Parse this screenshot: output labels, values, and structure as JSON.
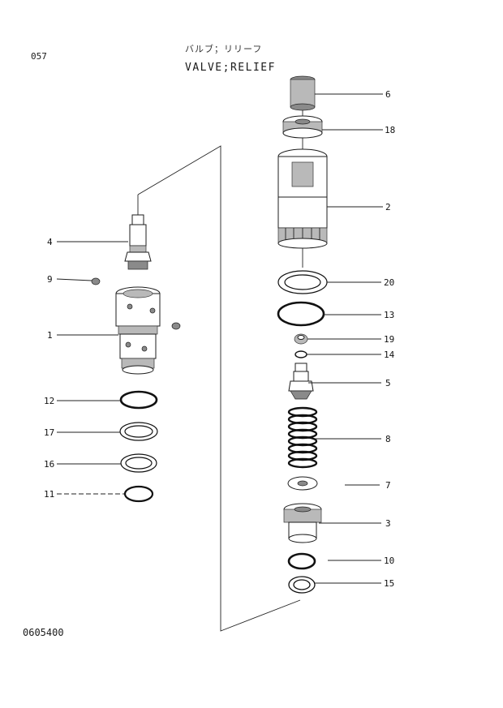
{
  "header": {
    "page_number": "057",
    "title_jp": "バルブ；リリーフ",
    "title_en": "VALVE;RELIEF"
  },
  "footer": {
    "drawing_number": "0605400"
  },
  "callouts": {
    "left": [
      "4",
      "9",
      "1",
      "12",
      "17",
      "16",
      "11"
    ],
    "right": [
      "6",
      "18",
      "2",
      "20",
      "13",
      "19",
      "14",
      "5",
      "8",
      "7",
      "3",
      "10",
      "15"
    ]
  },
  "parts": [
    {
      "no": "1",
      "icon": "valve-body-icon"
    },
    {
      "no": "2",
      "icon": "housing-icon"
    },
    {
      "no": "3",
      "icon": "spring-seat-icon"
    },
    {
      "no": "4",
      "icon": "stem-icon"
    },
    {
      "no": "5",
      "icon": "poppet-icon"
    },
    {
      "no": "6",
      "icon": "adjust-screw-icon"
    },
    {
      "no": "7",
      "icon": "washer-icon"
    },
    {
      "no": "8",
      "icon": "spring-icon"
    },
    {
      "no": "9",
      "icon": "plug-icon"
    },
    {
      "no": "10",
      "icon": "o-ring-icon"
    },
    {
      "no": "11",
      "icon": "o-ring-icon"
    },
    {
      "no": "12",
      "icon": "o-ring-icon"
    },
    {
      "no": "13",
      "icon": "o-ring-icon"
    },
    {
      "no": "14",
      "icon": "o-ring-icon"
    },
    {
      "no": "15",
      "icon": "backup-ring-icon"
    },
    {
      "no": "16",
      "icon": "backup-ring-icon"
    },
    {
      "no": "17",
      "icon": "backup-ring-icon"
    },
    {
      "no": "18",
      "icon": "nut-icon"
    },
    {
      "no": "19",
      "icon": "seat-ring-icon"
    },
    {
      "no": "20",
      "icon": "backup-ring-icon"
    }
  ]
}
